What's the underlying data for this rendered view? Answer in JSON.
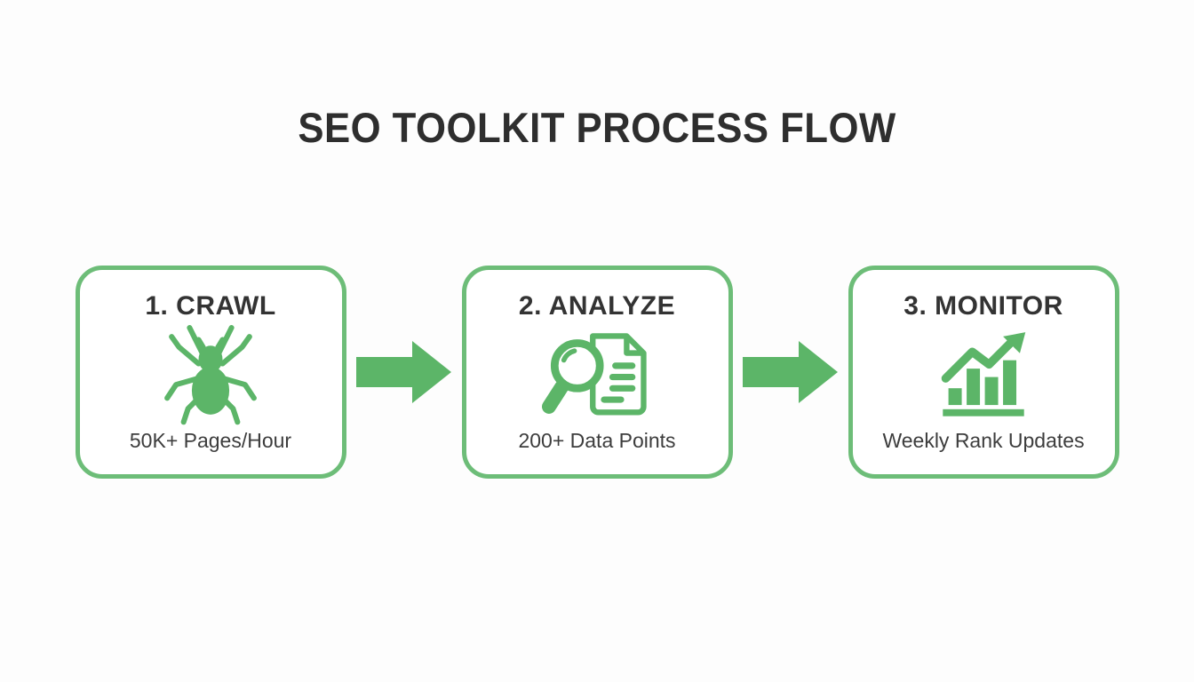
{
  "title": "SEO TOOLKIT PROCESS FLOW",
  "colors": {
    "icon_green": "#5cb568",
    "border_green": "#6dbd78",
    "title_text": "#2e2e2e",
    "heading_text": "#333333",
    "detail_text": "#3d3d3d",
    "background": "#fdfdfd"
  },
  "steps": [
    {
      "heading": "1. CRAWL",
      "icon": "spider-icon",
      "detail": "50K+ Pages/Hour"
    },
    {
      "heading": "2. ANALYZE",
      "icon": "magnifier-document-icon",
      "detail": "200+ Data Points"
    },
    {
      "heading": "3. MONITOR",
      "icon": "rising-bar-chart-icon",
      "detail": "Weekly Rank Updates"
    }
  ],
  "connectors": [
    {
      "icon": "arrow-right-icon"
    },
    {
      "icon": "arrow-right-icon"
    }
  ]
}
